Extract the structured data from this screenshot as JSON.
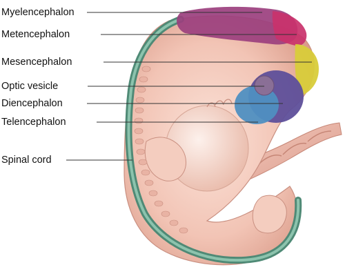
{
  "labels": {
    "myelencephalon": "Myelencephalon",
    "metencephalon": "Metencephalon",
    "mesencephalon": "Mesencephalon",
    "optic_vesicle": "Optic vesicle",
    "diencephalon": "Diencephalon",
    "telencephalon": "Telencephalon",
    "spinal_cord": "Spinal cord"
  },
  "colors": {
    "myelencephalon": "#9b3f7e",
    "metencephalon": "#c9326b",
    "mesencephalon": "#d8cc3a",
    "diencephalon": "#5e4f9a",
    "telencephalon": "#4f8fc1",
    "optic_vesicle": "#8a6f96",
    "spinal_cord": "#5e9a86",
    "body": "#f0c4b6",
    "leader_line": "#333333"
  }
}
